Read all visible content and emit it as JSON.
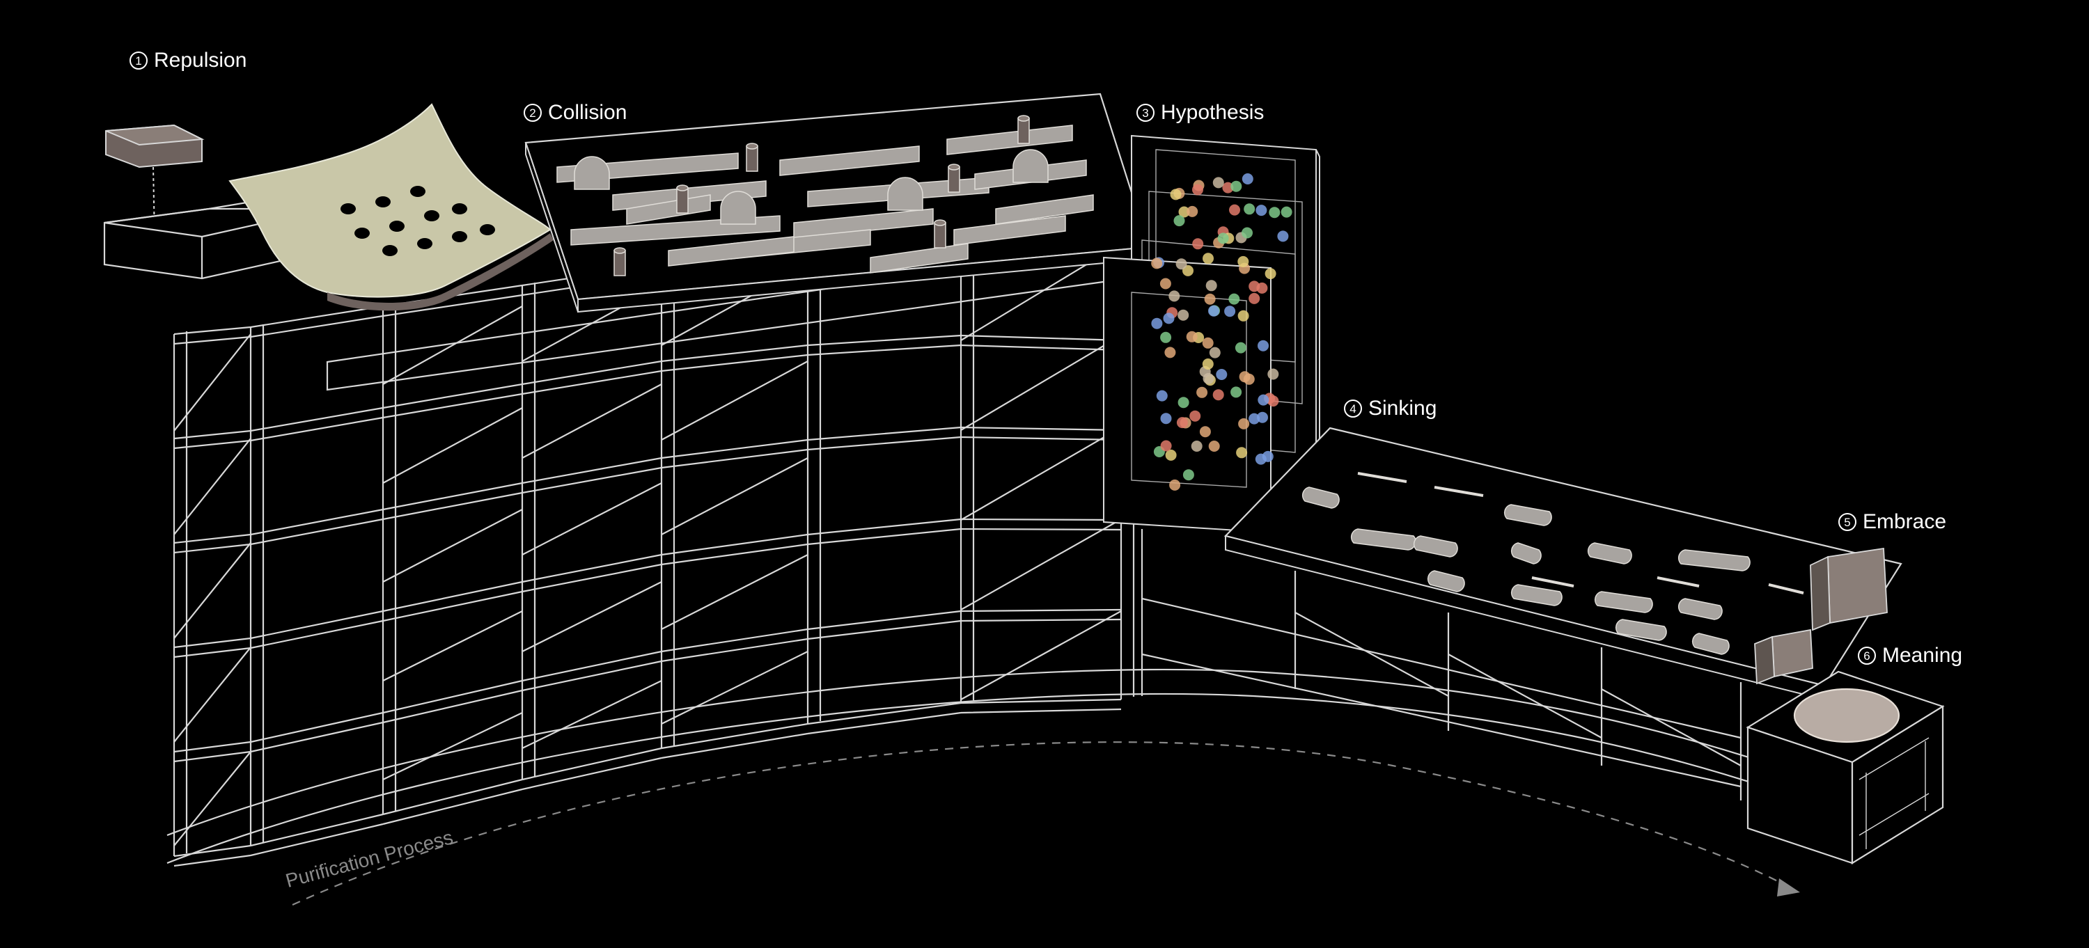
{
  "stages": [
    {
      "num": "1",
      "label": "Repulsion"
    },
    {
      "num": "2",
      "label": "Collision"
    },
    {
      "num": "3",
      "label": "Hypothesis"
    },
    {
      "num": "4",
      "label": "Sinking"
    },
    {
      "num": "5",
      "label": "Embrace"
    },
    {
      "num": "6",
      "label": "Meaning"
    }
  ],
  "process_label": "Purification Process",
  "colors": {
    "background": "#000000",
    "line": "#d8d8d8",
    "panel": "#a8a4a0",
    "sheet": "#c9c7a8",
    "box": "#6e625e",
    "dashed": "#8a8a8a",
    "spheres": [
      "#e07a6a",
      "#7fc98a",
      "#7a9ee0",
      "#e0a878",
      "#c9b8a0",
      "#e6d07a"
    ]
  }
}
